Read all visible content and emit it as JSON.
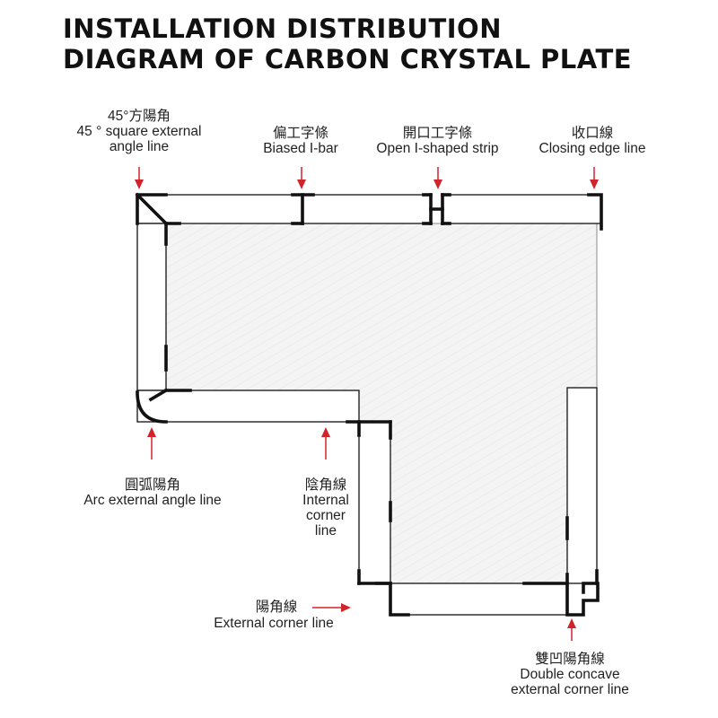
{
  "title": {
    "line1": "INSTALLATION DISTRIBUTION",
    "line2": "DIAGRAM OF CARBON CRYSTAL PLATE"
  },
  "labels": {
    "square_angle": {
      "zh": "45°方陽角",
      "en": [
        "45 ° square external",
        "angle line"
      ]
    },
    "biased_ibar": {
      "zh": "偏工字條",
      "en": [
        "Biased I-bar"
      ]
    },
    "open_ibar": {
      "zh": "開口工字條",
      "en": [
        "Open I-shaped strip"
      ]
    },
    "closing_edge": {
      "zh": "收口線",
      "en": [
        "Closing edge line"
      ]
    },
    "arc_angle": {
      "zh": "圓弧陽角",
      "en": [
        "Arc external angle line"
      ]
    },
    "internal_corner": {
      "zh": "陰角線",
      "en": [
        "Internal",
        "corner",
        "line"
      ]
    },
    "external_corner": {
      "zh": "陽角線",
      "en": [
        "External corner line"
      ]
    },
    "double_concave": {
      "zh": "雙凹陽角線",
      "en": [
        "Double concave",
        "external corner line"
      ]
    }
  },
  "colors": {
    "arrow": "#d2232a",
    "line": "#111111",
    "panel_fill": "#f4f4f4"
  }
}
